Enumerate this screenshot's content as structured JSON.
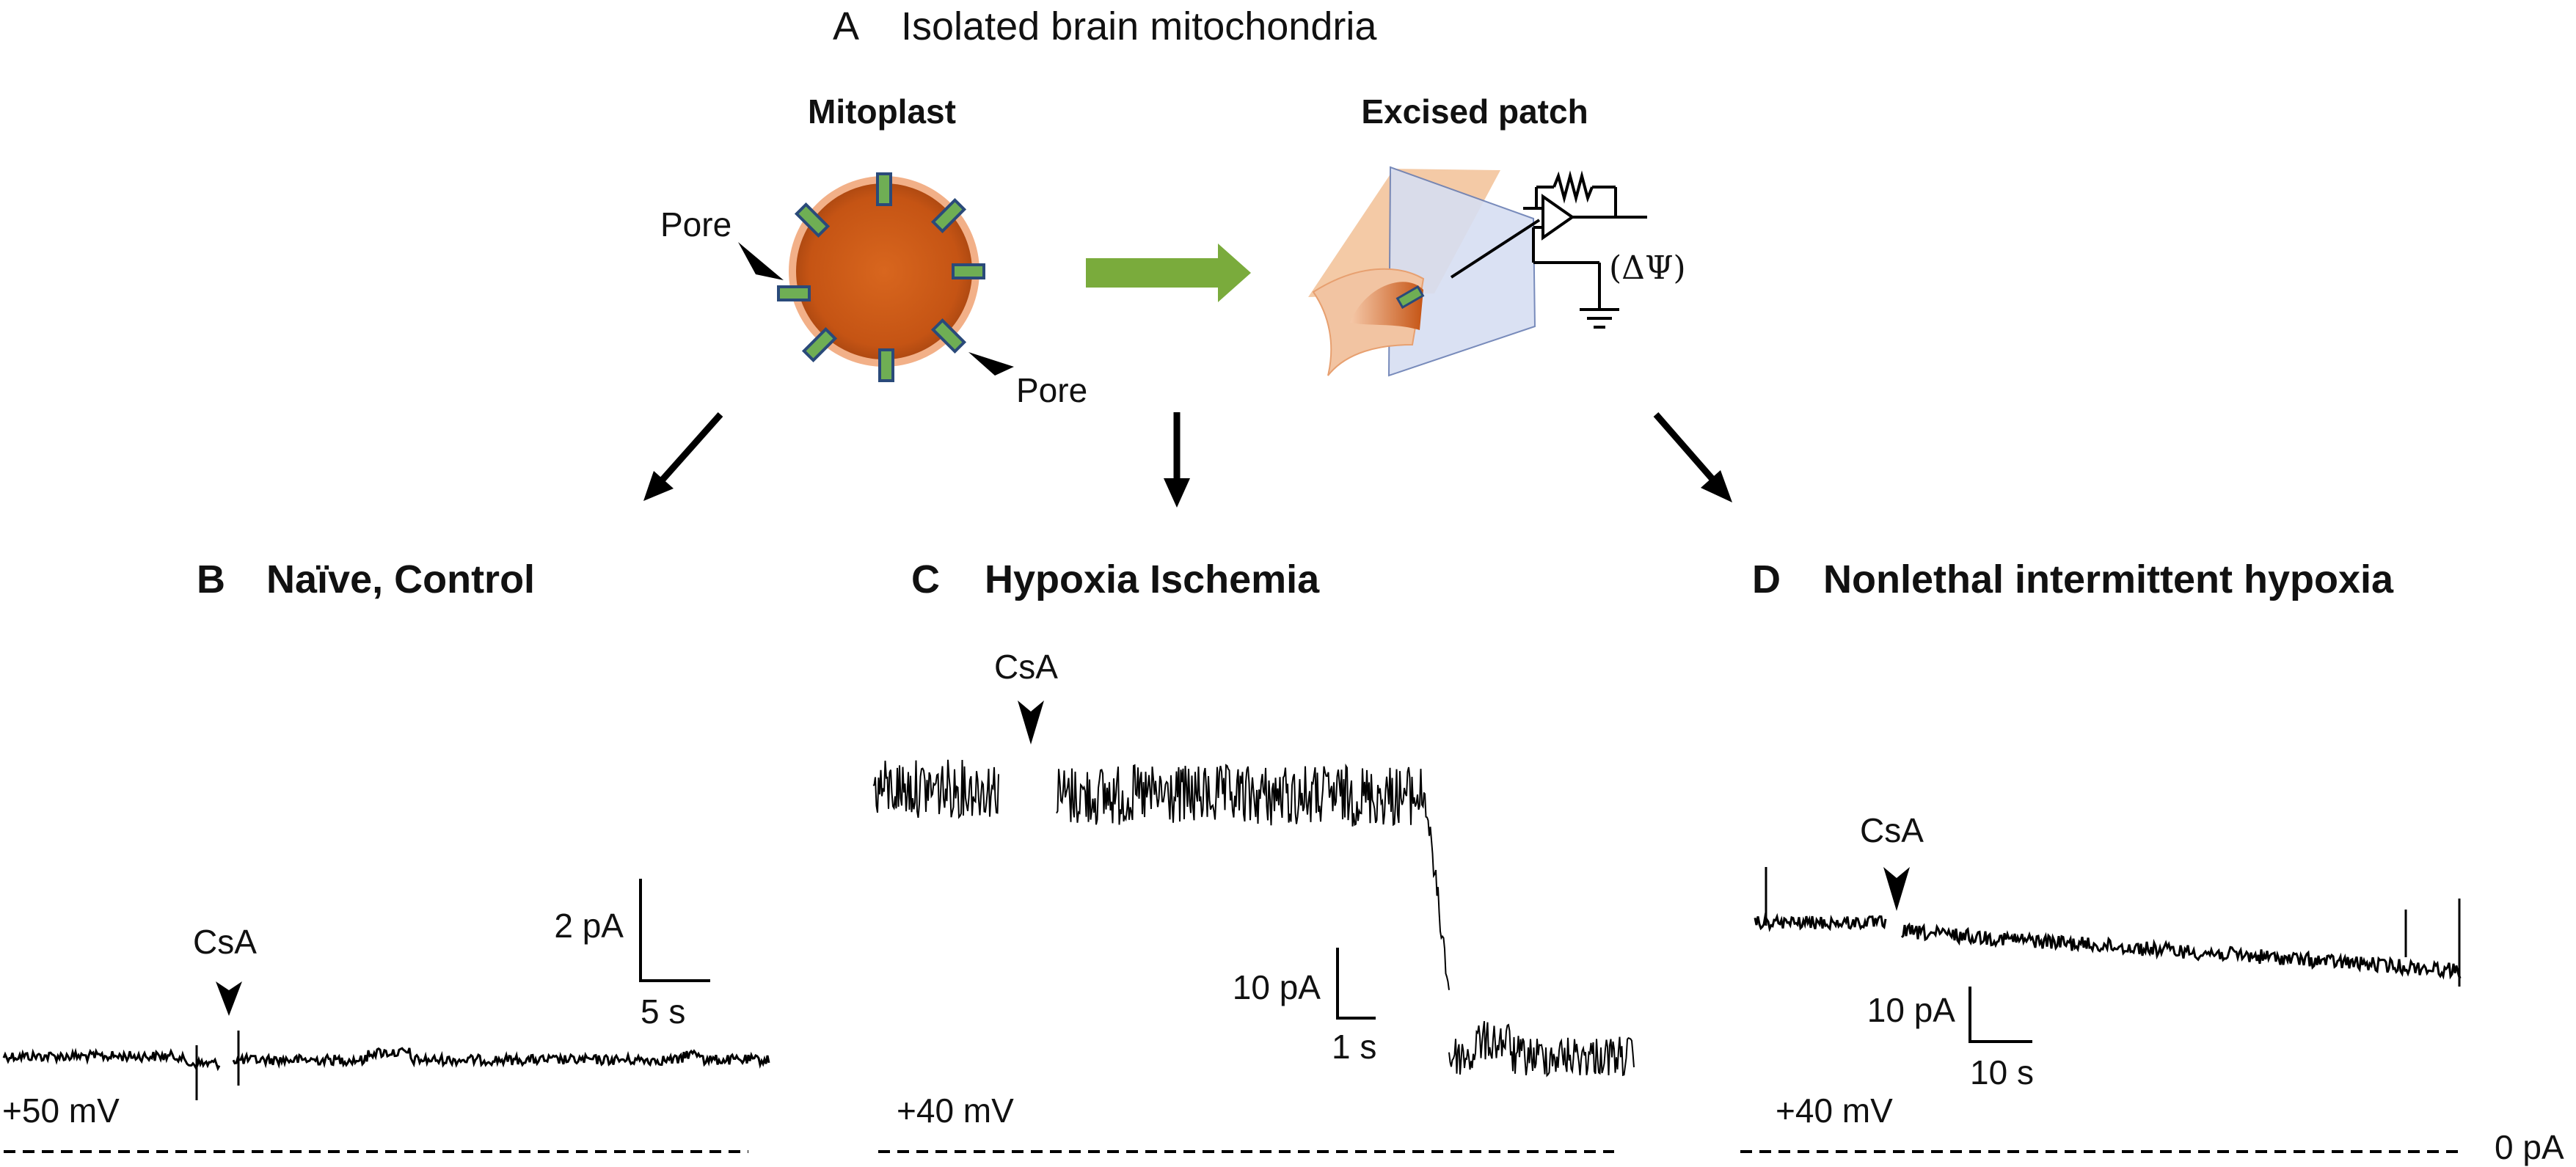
{
  "panel_a": {
    "letter": "A",
    "title": "Isolated brain mitochondria",
    "mitoplast_label": "Mitoplast",
    "excised_label": "Excised patch",
    "pore_label_1": "Pore",
    "pore_label_2": "Pore",
    "circuit_label": "(ΔΨ)"
  },
  "panels": [
    {
      "letter": "B",
      "title": "Naïve, Control",
      "csa": "CsA",
      "voltage": "+50 mV",
      "scale_y": "2 pA",
      "scale_x": "5 s"
    },
    {
      "letter": "C",
      "title": "Hypoxia Ischemia",
      "csa": "CsA",
      "voltage": "+40 mV",
      "scale_y": "10 pA",
      "scale_x": "1 s"
    },
    {
      "letter": "D",
      "title": "Nonlethal intermittent hypoxia",
      "csa": "CsA",
      "voltage": "+40 mV",
      "scale_y": "10 pA",
      "scale_x": "10 s",
      "zero_label": "0 pA"
    }
  ],
  "colors": {
    "mitoplast": "#cc5a18",
    "mitoplast_rim": "#f2b088",
    "pore_fill": "#6fae54",
    "pore_stroke": "#2a4a7a",
    "arrow_green": "#7aab3c",
    "pipette": "#c9d4ee",
    "trace": "#000000"
  }
}
